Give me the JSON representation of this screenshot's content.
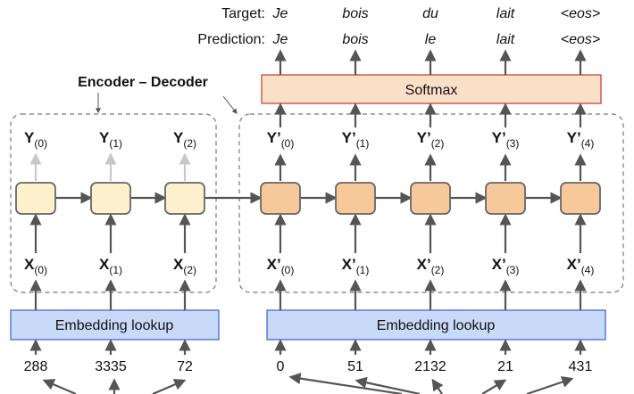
{
  "title": "Encoder – Decoder",
  "target_label": "Target:",
  "prediction_label": "Prediction:",
  "target_words": [
    "Je",
    "bois",
    "du",
    "lait",
    "<eos>"
  ],
  "prediction_words": [
    {
      "text": "Je",
      "correct": true
    },
    {
      "text": "bois",
      "correct": true
    },
    {
      "text": "le",
      "correct": false
    },
    {
      "text": "lait",
      "correct": true
    },
    {
      "text": "<eos>",
      "correct": true
    }
  ],
  "softmax_label": "Softmax",
  "embedding_label_encoder": "Embedding lookup",
  "embedding_label_decoder": "Embedding lookup",
  "encoder_inputs": [
    {
      "base": "X",
      "sub": "(0)"
    },
    {
      "base": "X",
      "sub": "(1)"
    },
    {
      "base": "X",
      "sub": "(2)"
    }
  ],
  "encoder_outputs": [
    {
      "base": "Y",
      "sub": "(0)"
    },
    {
      "base": "Y",
      "sub": "(1)"
    },
    {
      "base": "Y",
      "sub": "(2)"
    }
  ],
  "decoder_inputs": [
    {
      "base": "X’",
      "sub": "(0)"
    },
    {
      "base": "X’",
      "sub": "(1)"
    },
    {
      "base": "X’",
      "sub": "(2)"
    },
    {
      "base": "X’",
      "sub": "(3)"
    },
    {
      "base": "X’",
      "sub": "(4)"
    }
  ],
  "decoder_outputs": [
    {
      "base": "Y’",
      "sub": "(0)"
    },
    {
      "base": "Y’",
      "sub": "(1)"
    },
    {
      "base": "Y’",
      "sub": "(2)"
    },
    {
      "base": "Y’",
      "sub": "(3)"
    },
    {
      "base": "Y’",
      "sub": "(4)"
    }
  ],
  "encoder_ids": [
    "288",
    "3335",
    "72"
  ],
  "decoder_ids": [
    "0",
    "51",
    "2132",
    "21",
    "431"
  ],
  "colors": {
    "correct": "#3a8a1e",
    "wrong": "#e02020",
    "encoder_cell": "#fdf0cc",
    "decoder_cell": "#f7c99a",
    "softmax_fill": "#fbe0c8",
    "softmax_stroke": "#c0392b",
    "embedding_fill": "#c9daf8",
    "embedding_stroke": "#3a5fcd",
    "faded": "#c8c8c8",
    "arrow": "#555555"
  }
}
